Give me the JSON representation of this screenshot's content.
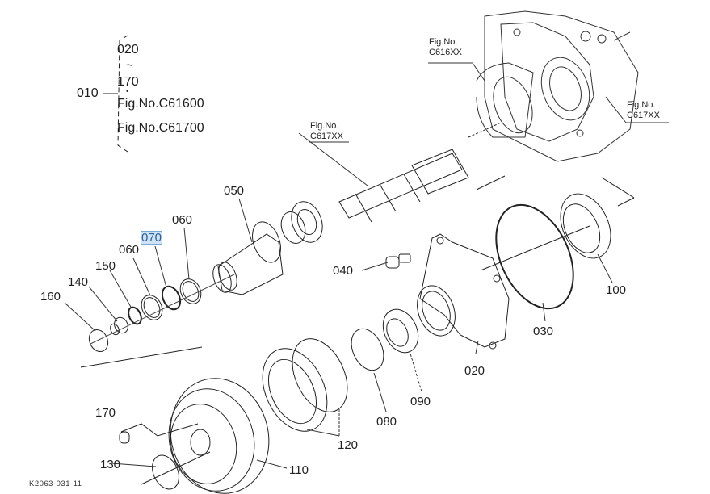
{
  "diagram": {
    "title_code": "K2063-031-11",
    "highlight_color": "#cfe3f7",
    "group_tree": {
      "root": "010",
      "range_start": "020",
      "range_symbol": "~",
      "range_end": "170",
      "dot": "•",
      "fig_refs": [
        "Fig.No.C61600",
        "Fig.No.C61700"
      ]
    },
    "fig_references": [
      {
        "line1": "Fig.No.",
        "line2": "C616XX"
      },
      {
        "line1": "Fig.No.",
        "line2": "C617XX"
      },
      {
        "line1": "Fig.No.",
        "line2": "C617XX"
      }
    ],
    "part_labels": {
      "p020": "020",
      "p030": "030",
      "p040": "040",
      "p050": "050",
      "p060a": "060",
      "p060b": "060",
      "p070": "070",
      "p080": "080",
      "p090": "090",
      "p100": "100",
      "p110": "110",
      "p120": "120",
      "p130": "130",
      "p140": "140",
      "p150": "150",
      "p160": "160",
      "p170": "170"
    },
    "selected_part": "070"
  }
}
